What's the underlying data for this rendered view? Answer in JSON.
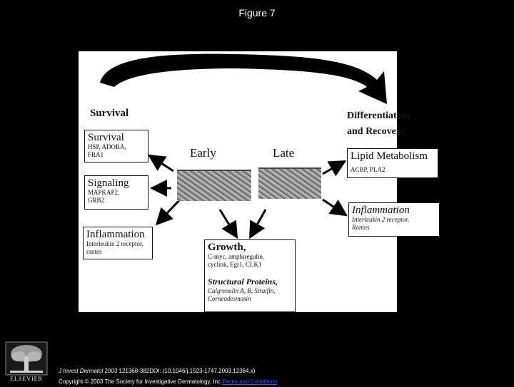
{
  "page": {
    "title": "Figure 7"
  },
  "diagram": {
    "left_heading": "Survival",
    "right_heading_line1": "Differentiation",
    "right_heading_line2": "and Recovery",
    "early_label": "Early",
    "late_label": "Late",
    "boxes": {
      "survival": {
        "title": "Survival",
        "items": "HSP, ADORA,",
        "items2": "FRA1"
      },
      "signaling": {
        "title": "Signaling",
        "items": "MAPKAP2,",
        "items2": "GRB2"
      },
      "inflammation_left": {
        "title": "Inflammation",
        "items": "Interleukin 2 receptor,",
        "items2": "rantes"
      },
      "growth": {
        "title": "Growth,",
        "items": "C-myc, amphiregulin,",
        "items2": "cyclink, Egr1, CLK1"
      },
      "structural": {
        "title": "Structural Proteins,",
        "items": "Calgrenulin A, B, Straifin,",
        "items2": "Corneodesmosin"
      },
      "lipid": {
        "title": "Lipid Metabolism",
        "items": "ACBP, PLA2"
      },
      "inflammation_right": {
        "title": "Inflammation",
        "items": "Interleukin 2 receptor,",
        "items2": "Rantes"
      }
    }
  },
  "logo": {
    "text": "ELSEVIER"
  },
  "citation": {
    "journal": "J Invest Dermatol",
    "line1_rest": " 2003 121368-382DOI: (10.1046/j.1523-1747.2003.12364.x)",
    "line2": "Copyright © 2003 The Society for Investigative Dermatology, Inc ",
    "link": "Terms and Conditions"
  }
}
